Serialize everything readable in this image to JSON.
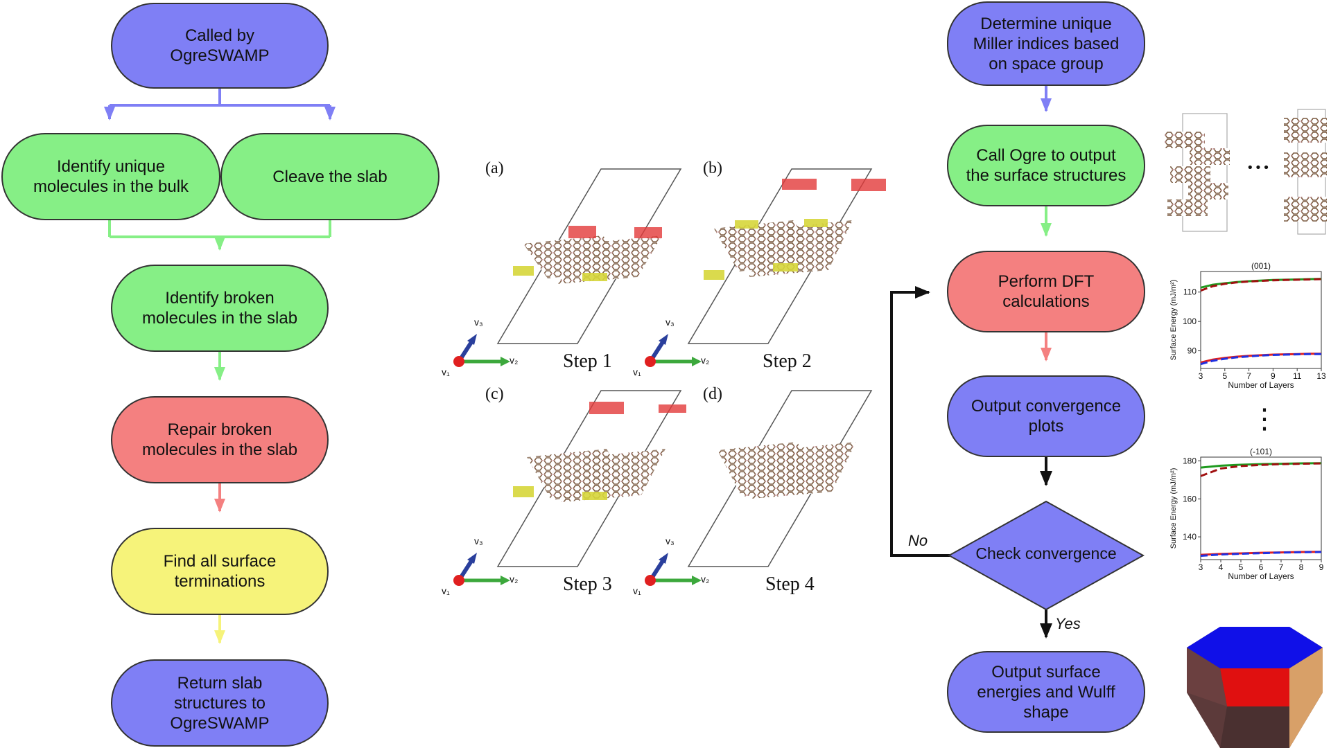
{
  "left_flow": {
    "called_by": "Called by\nOgreSWAMP",
    "identify_unique": "Identify unique\nmolecules in the bulk",
    "cleave": "Cleave the slab",
    "identify_broken": "Identify broken\nmolecules in the slab",
    "repair": "Repair broken\nmolecules in the slab",
    "find_terminations": "Find all surface\nterminations",
    "return_slab": "Return slab\nstructures to\nOgreSWAMP"
  },
  "steps": {
    "panels": [
      {
        "letter": "(a)",
        "label": "Step 1"
      },
      {
        "letter": "(b)",
        "label": "Step 2"
      },
      {
        "letter": "(c)",
        "label": "Step 3"
      },
      {
        "letter": "(d)",
        "label": "Step 4"
      }
    ]
  },
  "right_flow": {
    "determine": "Determine unique\nMiller indices based\non space group",
    "call_ogre": "Call Ogre to output\nthe surface structures",
    "dft": "Perform DFT\ncalculations",
    "output_plots": "Output convergence\nplots",
    "check": "Check convergence",
    "no_label": "No",
    "yes_label": "Yes",
    "output_energies": "Output surface\nenergies and Wulff\nshape"
  },
  "ellipsis": "•••",
  "vertical_ellipsis": "⋮",
  "colors": {
    "blue": "#7f7ff5",
    "green": "#86ef86",
    "red": "#f48080",
    "yellow": "#f6f37a"
  },
  "chart_data": [
    {
      "type": "line",
      "title": "(001)",
      "xlabel": "Number of Layers",
      "ylabel": "Surface Energy (mJ/m²)",
      "x_ticks": [
        3,
        5,
        7,
        9,
        11,
        13
      ],
      "y_ticks": [
        90,
        100,
        110
      ],
      "xlim": [
        3,
        13
      ],
      "ylim": [
        84,
        117
      ],
      "series": [
        {
          "color": "green",
          "style": "solid",
          "x": [
            3,
            4,
            5,
            6,
            7,
            8,
            9,
            10,
            11,
            12,
            13
          ],
          "y": [
            111.5,
            112.5,
            113.0,
            113.4,
            113.7,
            113.9,
            114.1,
            114.2,
            114.3,
            114.4,
            114.5
          ]
        },
        {
          "color": "darkred",
          "style": "dashed",
          "x": [
            3,
            4,
            5,
            6,
            7,
            8,
            9,
            10,
            11,
            12,
            13
          ],
          "y": [
            110.5,
            112.0,
            112.8,
            113.3,
            113.6,
            113.8,
            114.0,
            114.1,
            114.2,
            114.3,
            114.4
          ]
        },
        {
          "color": "red",
          "style": "solid",
          "x": [
            3,
            4,
            5,
            6,
            7,
            8,
            9,
            10,
            11,
            12,
            13
          ],
          "y": [
            86.0,
            87.0,
            87.6,
            88.0,
            88.3,
            88.5,
            88.7,
            88.8,
            88.9,
            89.0,
            89.0
          ]
        },
        {
          "color": "blue",
          "style": "dashed",
          "x": [
            3,
            4,
            5,
            6,
            7,
            8,
            9,
            10,
            11,
            12,
            13
          ],
          "y": [
            85.5,
            86.6,
            87.3,
            87.8,
            88.1,
            88.4,
            88.6,
            88.7,
            88.8,
            88.9,
            88.9
          ]
        }
      ]
    },
    {
      "type": "line",
      "title": "(-101)",
      "xlabel": "Number of Layers",
      "ylabel": "Surface Energy (mJ/m²)",
      "x_ticks": [
        3,
        4,
        5,
        6,
        7,
        8,
        9
      ],
      "y_ticks": [
        140,
        160,
        180
      ],
      "xlim": [
        3,
        9
      ],
      "ylim": [
        128,
        182
      ],
      "series": [
        {
          "color": "green",
          "style": "solid",
          "x": [
            3,
            4,
            5,
            6,
            7,
            8,
            9
          ],
          "y": [
            176.5,
            177.5,
            178.0,
            178.3,
            178.5,
            178.7,
            178.8
          ]
        },
        {
          "color": "darkred",
          "style": "dashed",
          "x": [
            3,
            4,
            5,
            6,
            7,
            8,
            9
          ],
          "y": [
            172.0,
            176.0,
            177.3,
            177.9,
            178.3,
            178.5,
            178.7
          ]
        },
        {
          "color": "red",
          "style": "solid",
          "x": [
            3,
            4,
            5,
            6,
            7,
            8,
            9
          ],
          "y": [
            130.5,
            131.0,
            131.3,
            131.6,
            131.8,
            132.0,
            132.1
          ]
        },
        {
          "color": "blue",
          "style": "dashed",
          "x": [
            3,
            4,
            5,
            6,
            7,
            8,
            9
          ],
          "y": [
            130.0,
            130.7,
            131.1,
            131.4,
            131.7,
            131.9,
            132.0
          ]
        }
      ]
    }
  ]
}
